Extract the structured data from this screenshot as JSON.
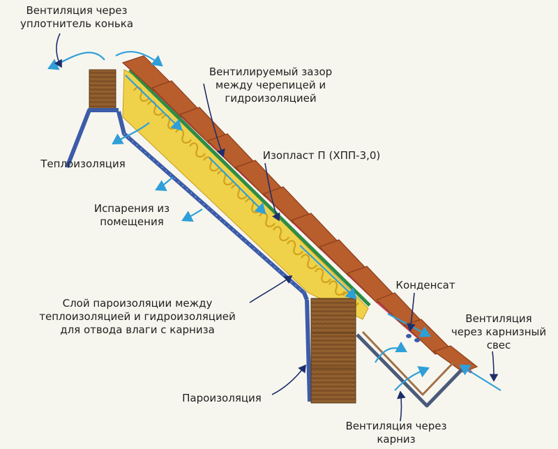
{
  "labels": {
    "ridge_vent": [
      "Вентиляция через",
      "уплотнитель конька"
    ],
    "vent_gap": [
      "Вентилируемый зазор",
      "между черепицей и",
      "гидроизоляцией"
    ],
    "isoplast": [
      "Изопласт П (ХПП-3,0)"
    ],
    "insulation": [
      "Теплоизоляция"
    ],
    "evaporation": [
      "Испарения из",
      "помещения"
    ],
    "vapor_layer": [
      "Слой пароизоляции между",
      "теплоизоляцией и гидроизоляцией",
      "для отвода влаги с карниза"
    ],
    "condensate": [
      "Конденсат"
    ],
    "eave_overhang_vent": [
      "Вентиляция",
      "через карнизный",
      "свес"
    ],
    "vapor_barrier": [
      "Пароизоляция"
    ],
    "eave_vent": [
      "Вентиляция через",
      "карниз"
    ]
  },
  "colors": {
    "background": "#f7f6ee",
    "insulation": "#efd24a",
    "insulation_wave": "#d1a21c",
    "tile": "#b85d2c",
    "tile_edge": "#8a3f1c",
    "membrane_red": "#c93a5e",
    "membrane_green": "#2e8c45",
    "vapor_barrier": "#3c5ca8",
    "wood": "#8b5a2b",
    "arrow_air": "#2f9fd8",
    "leader_line": "#1e2e6b"
  }
}
